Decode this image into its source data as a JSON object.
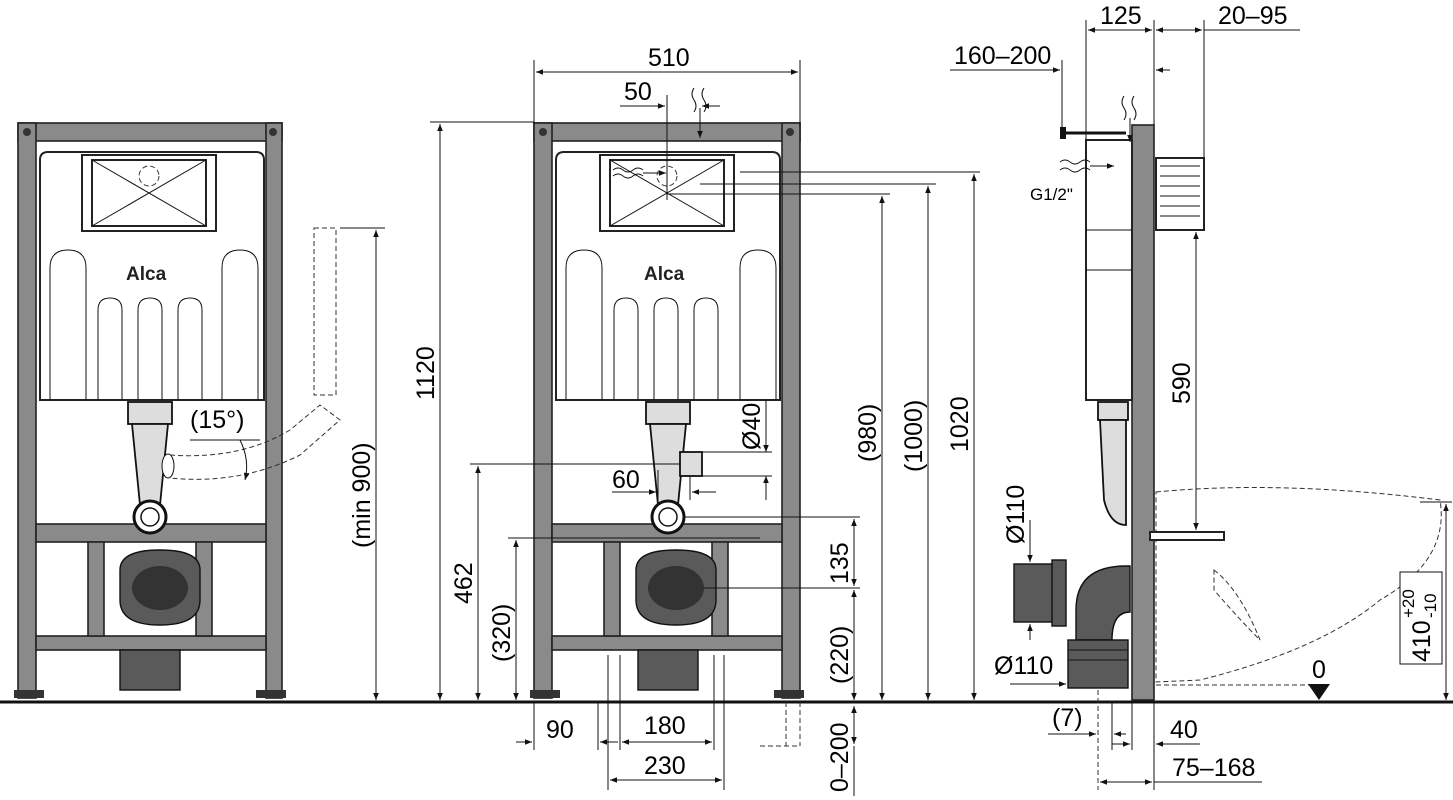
{
  "brand": {
    "logo": "Alca"
  },
  "front_left": {
    "angle": "(15°)",
    "height_min": "(min 900)"
  },
  "front_center": {
    "width": "510",
    "offset_top": "50",
    "height_total": "1120",
    "h_980": "(980)",
    "h_1000": "(1000)",
    "h_1020": "1020",
    "diam_40": "Ø40",
    "off_60": "60",
    "h_462": "462",
    "h_320": "(320)",
    "h_135": "135",
    "h_220": "(220)",
    "w_90": "90",
    "w_180": "180",
    "w_230": "230",
    "h_0_200": "0–200"
  },
  "side": {
    "d_125": "125",
    "d_20_95": "20–95",
    "d_160_200": "160–200",
    "thread": "G1/2\"",
    "h_590": "590",
    "diam_110_top": "Ø110",
    "diam_110_bottom": "Ø110",
    "d_7": "(7)",
    "d_40": "40",
    "d_75_168": "75–168",
    "zero": "0",
    "h_410": "410",
    "tol_plus": "+20",
    "tol_minus": "-10"
  }
}
